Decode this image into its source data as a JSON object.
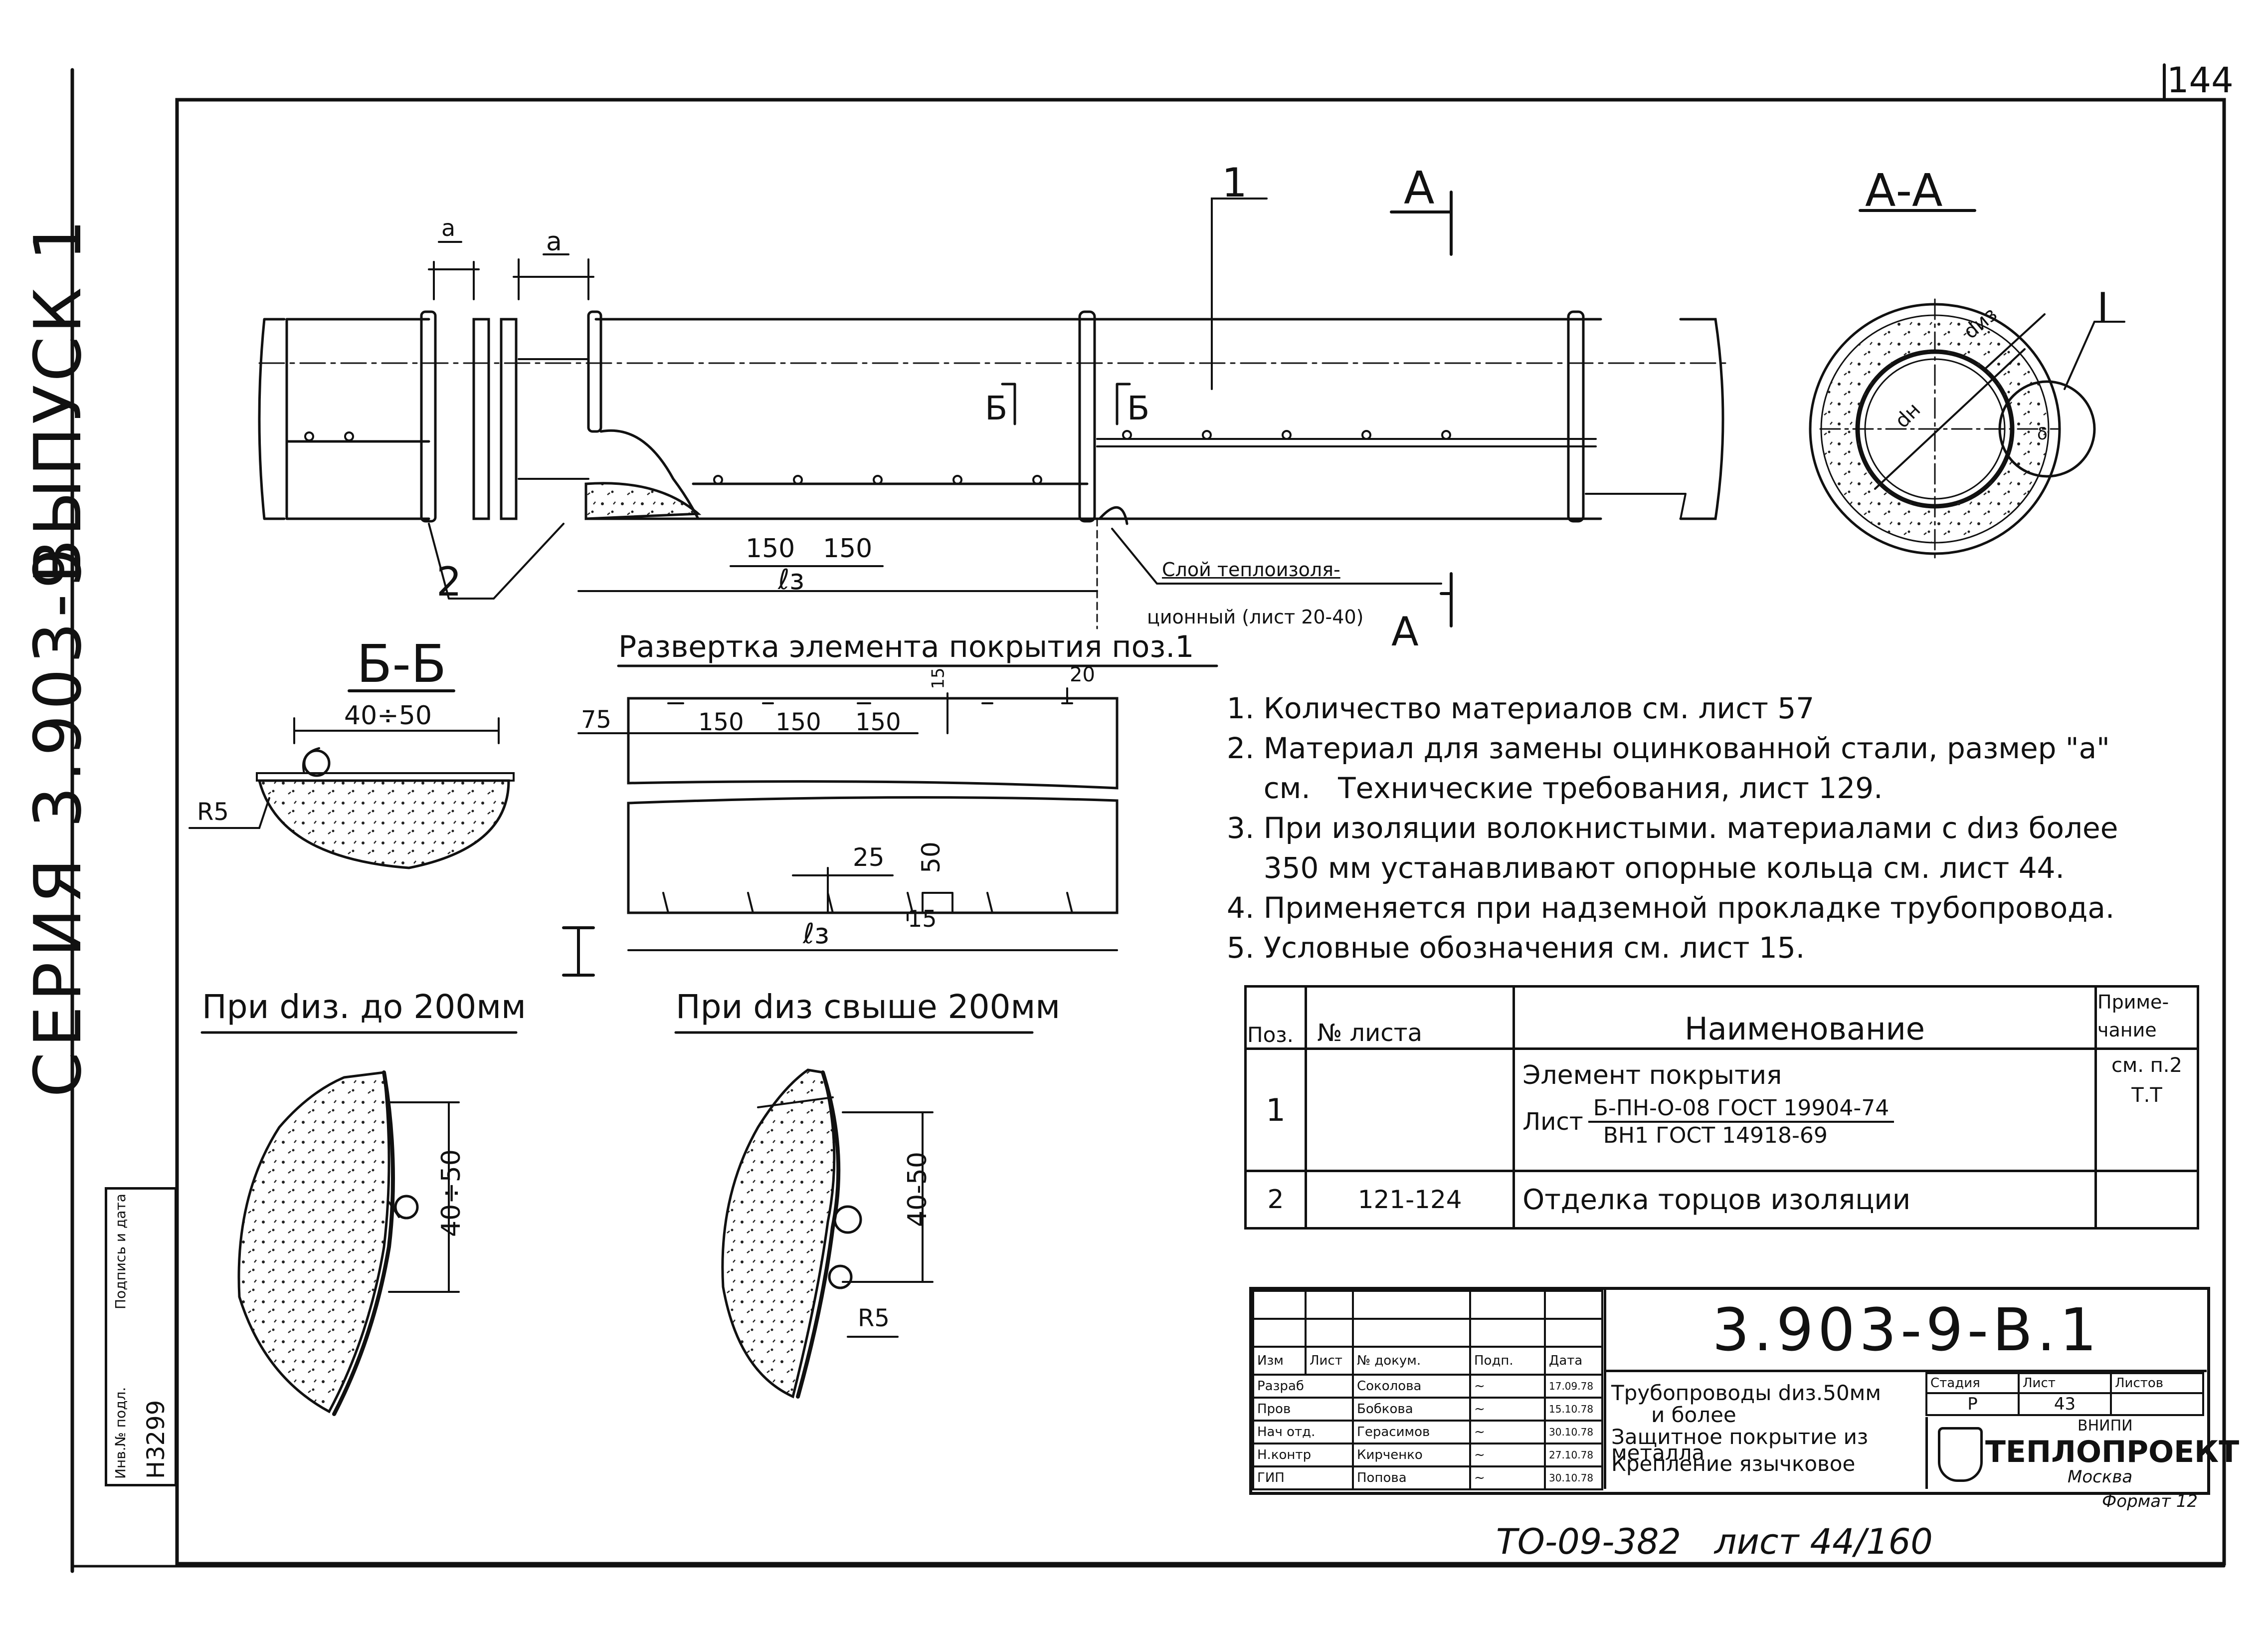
{
  "sheet_number": "144",
  "left_margin": {
    "series_label": "СЕРИЯ 3.903-9",
    "issue_label": "ВЫПУСК 1",
    "inv_label": "Инв.№ подл.",
    "sign_label": "Подпись и дата",
    "inv_number": "Н3299"
  },
  "main_view": {
    "dim_a": "a",
    "pos_1": "1",
    "pos_2": "2",
    "section_cut": "Б",
    "section_aa_cut": "А",
    "dim_150_1": "150",
    "dim_150_2": "150",
    "dim_l3": "ℓз",
    "insulation_note_line1": "Слой теплоизоля-",
    "insulation_note_line2": "ционный (лист 20-40)"
  },
  "section_aa": {
    "title": "А-А",
    "d_out": "dиз",
    "d_in": "dн",
    "detail_mark": "I",
    "s_mark": "δ"
  },
  "section_bb": {
    "title": "Б-Б",
    "dim": "40÷50",
    "radius": "R5"
  },
  "unfold": {
    "title": "Развертка элемента покрытия поз.1",
    "dim_75": "75",
    "dim_150a": "150",
    "dim_150b": "150",
    "dim_150c": "150",
    "dim_15_top": "15",
    "dim_20": "20",
    "dim_25": "25",
    "dim_50": "50",
    "dim_15_bot": "15",
    "dim_l3": "ℓз",
    "detail_mark": "I"
  },
  "detail_small": {
    "title": "При dиз. до 200мм",
    "dim": "40÷50"
  },
  "detail_large": {
    "title": "При dиз свыше 200мм",
    "dim": "40-50",
    "radius": "R5"
  },
  "notes": [
    "1. Количество материалов см. лист 57",
    "2. Материал для замены оцинкованной стали, размер \"а\"",
    "    см.   Технические требования, лист 129.",
    "3. При изоляции волокнистыми. материалами с dиз более",
    "    350 мм устанавливают опорные кольца см. лист 44.",
    "4. Применяется при надземной прокладке трубопровода.",
    "5. Условные обозначения см. лист 15."
  ],
  "spec_table": {
    "headers": {
      "pos": "Поз.",
      "sheet": "№ листа",
      "name": "Наименование",
      "note_l1": "Приме-",
      "note_l2": "чание"
    },
    "row1": {
      "pos": "1",
      "sheet": "",
      "name_l1": "Элемент покрытия",
      "name_prefix": "Лист",
      "name_num": "Б-ПН-О-08 ГОСТ 19904-74",
      "name_den": "ВН1 ГОСТ 14918-69",
      "note_l1": "см. п.2",
      "note_l2": "Т.Т"
    },
    "row2": {
      "pos": "2",
      "sheet": "121-124",
      "name": "Отделка торцов изоляции",
      "note": ""
    }
  },
  "title_block": {
    "designation": "3.903-9-В.1",
    "col_heads": [
      "Изм",
      "Лист",
      "№ докум.",
      "Подп.",
      "Дата"
    ],
    "staff": [
      {
        "role": "Разраб",
        "name": "Соколова",
        "date": "17.09.78"
      },
      {
        "role": "Пров",
        "name": "Бобкова",
        "date": "15.10.78"
      },
      {
        "role": "Нач отд.",
        "name": "Герасимов",
        "date": "30.10.78"
      },
      {
        "role": "Н.контр",
        "name": "Кирченко",
        "date": "27.10.78"
      },
      {
        "role": "ГИП",
        "name": "Попова",
        "date": "30.10.78"
      }
    ],
    "title_l1": "Трубопроводы dиз.50мм",
    "title_l2": "и более",
    "title_l3": "Защитное покрытие из",
    "title_l4": "металла",
    "title_l5": "Крепление язычковое",
    "stage_label": "Стадия",
    "sheet_label": "Лист",
    "sheets_label": "Листов",
    "stage": "Р",
    "sheet": "43",
    "sheets": "",
    "org_l1": "ВНИПИ",
    "org_l2": "ТЕПЛОПРОЕКТ",
    "org_l3": "Москва",
    "format": "Формат 12"
  },
  "footer": "ТО-09-382   лист 44/160"
}
